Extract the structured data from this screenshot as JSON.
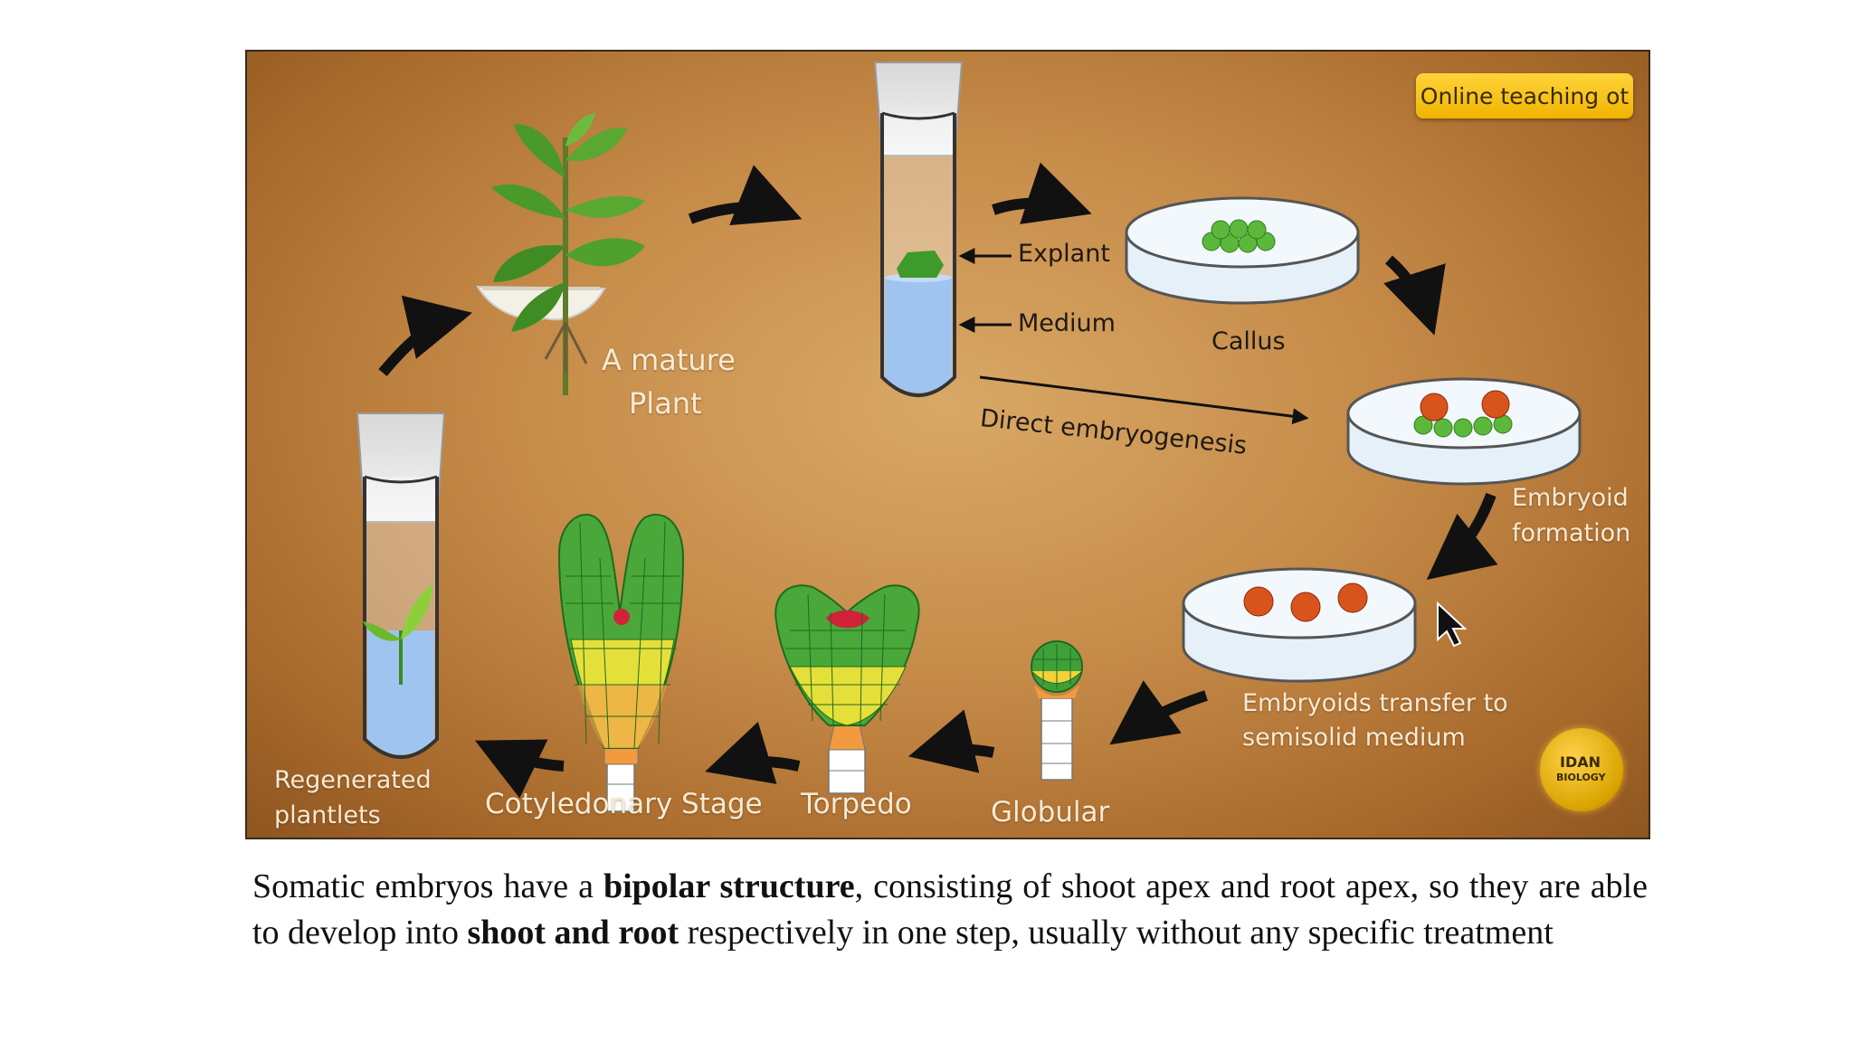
{
  "badge": {
    "text": "Online teaching ot"
  },
  "labels": {
    "mature_plant_line1": "A mature",
    "mature_plant_line2": "Plant",
    "explant": "Explant",
    "medium": "Medium",
    "callus": "Callus",
    "direct_embryogenesis": "Direct embryogenesis",
    "embryoid_formation_line1": "Embryoid",
    "embryoid_formation_line2": "formation",
    "transfer_line1": "Embryoids transfer to",
    "transfer_line2": "semisolid medium",
    "globular": "Globular",
    "torpedo": "Torpedo",
    "cotyledonary": "Cotyledonary Stage",
    "regenerated_line1": "Regenerated",
    "regenerated_line2": "plantlets"
  },
  "logo": {
    "line1": "IDAN",
    "line2": "BIOLOGY"
  },
  "caption": {
    "part1": "Somatic embryos have a ",
    "bold1": "bipolar structure",
    "part2": ", consisting of shoot apex and root apex, so they are able to develop into ",
    "bold2": "shoot and root",
    "part3": " respectively in one step, usually without any specific treatment"
  },
  "colors": {
    "background": "#c58a48",
    "leaf": "#4a9a2a",
    "medium_liquid": "#9fc4f0",
    "embryoid": "#d9541c",
    "callus_ball": "#5cb83a",
    "badge": "#f5c518"
  }
}
